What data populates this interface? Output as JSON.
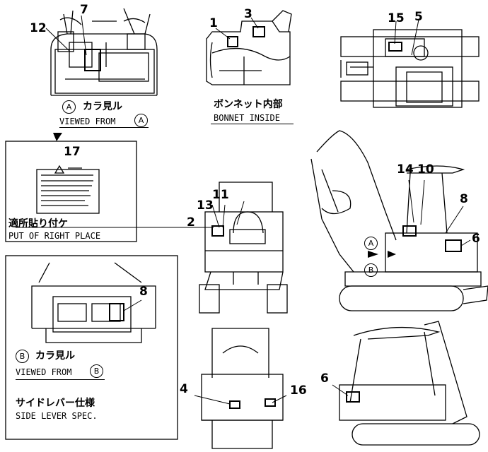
{
  "callouts": {
    "n12": "12",
    "n7": "7",
    "n3": "3",
    "n1": "1",
    "n15": "15",
    "n5": "5",
    "n17": "17",
    "n11": "11",
    "n13": "13",
    "n2": "2",
    "n14": "14",
    "n10": "10",
    "n8_side": "8",
    "n6_side": "6",
    "n8_box": "8",
    "n4": "4",
    "n16": "16",
    "n6_bottom": "6"
  },
  "view_a": {
    "marker": "A",
    "caption_jp": "カラ見ル",
    "caption_en": "VIEWED FROM",
    "marker_end": "A"
  },
  "bonnet": {
    "caption_jp": "ボンネット内部",
    "caption_en": "BONNET INSIDE"
  },
  "label_box": {
    "caption_jp": "適所貼り付ケ",
    "caption_en": "PUT OF RIGHT PLACE"
  },
  "view_b": {
    "marker": "B",
    "caption_jp": "カラ見ル",
    "caption_en": "VIEWED FROM",
    "marker_end": "B"
  },
  "side_lever": {
    "caption_jp": "サイドレバー仕様",
    "caption_en": "SIDE LEVER SPEC."
  },
  "side_view_markers": {
    "a": "A",
    "b": "B"
  }
}
